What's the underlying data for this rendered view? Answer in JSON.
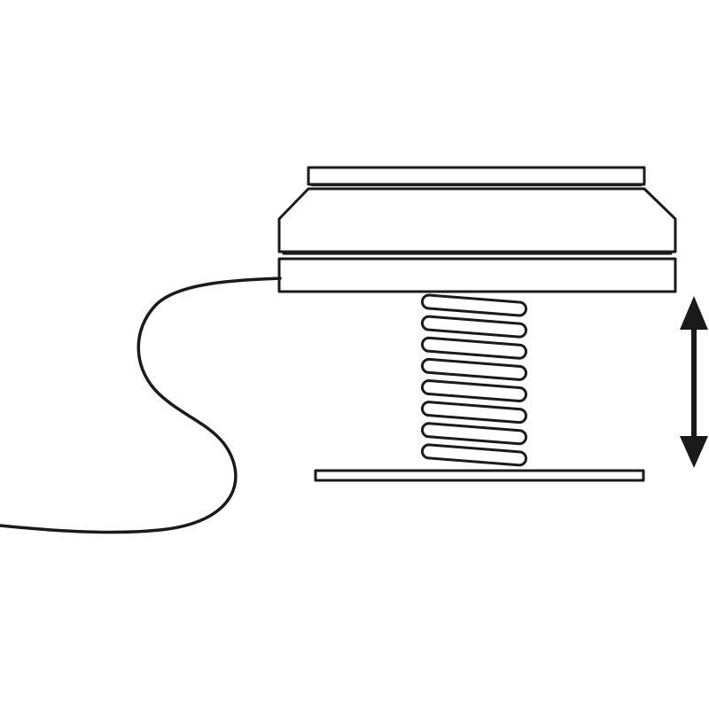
{
  "diagram": {
    "subject": "spring-mounted-disc-with-cable",
    "colors": {
      "stroke": "#1a1a1a",
      "background": "#ffffff",
      "fill": "#ffffff"
    },
    "spring": {
      "coil_count": 8
    },
    "motion_indicator": {
      "direction": "vertical",
      "double_headed": true
    }
  }
}
